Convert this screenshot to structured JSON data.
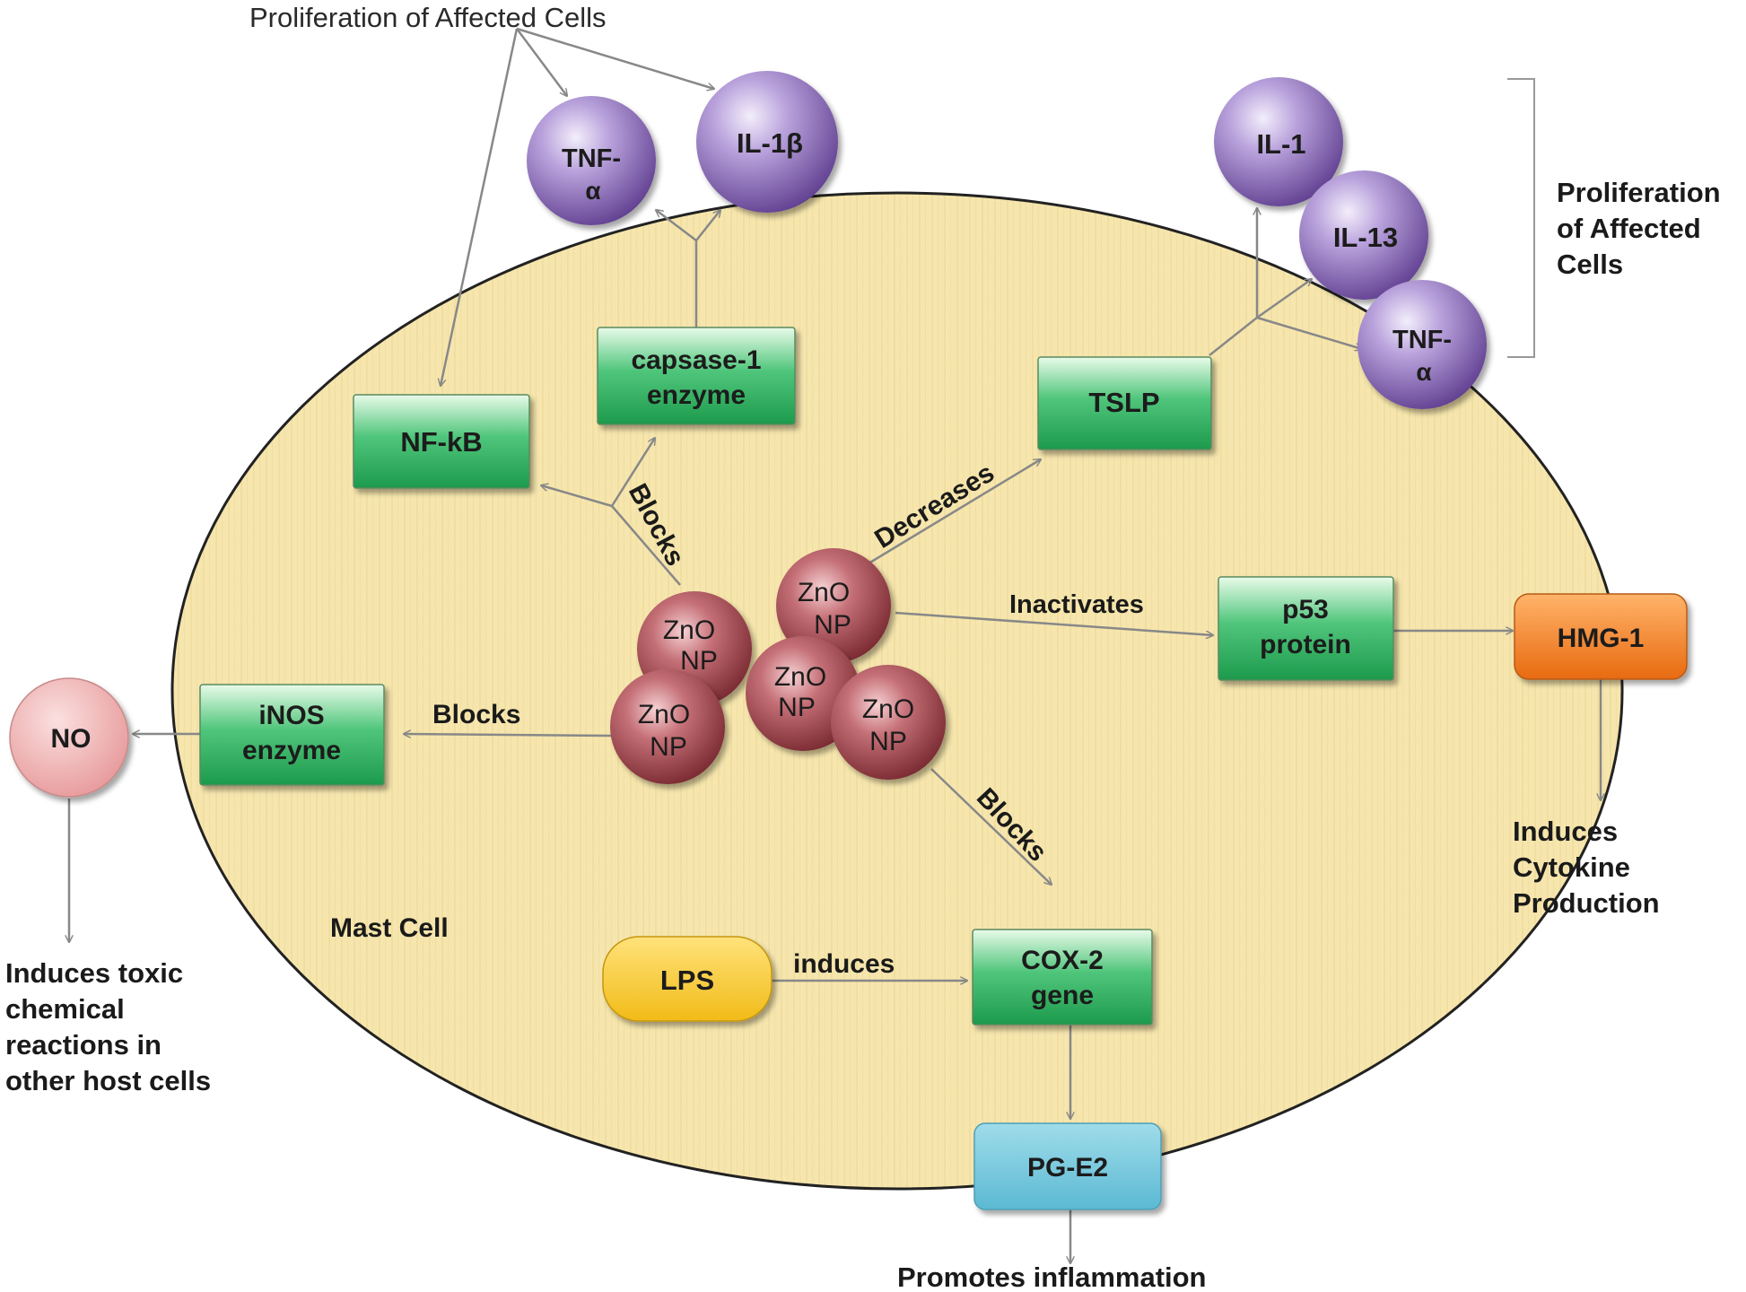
{
  "cell": {
    "label": "Mast Cell"
  },
  "cytokines_top": {
    "header": "Proliferation of Affected Cells",
    "tnf": [
      "TNF-",
      "α"
    ],
    "il1b": "IL-1β"
  },
  "cytokines_right": {
    "il1": "IL-1",
    "il13": "IL-13",
    "tnf": [
      "TNF-",
      "α"
    ],
    "note": [
      "Proliferation",
      "of Affected",
      "Cells"
    ]
  },
  "boxes": {
    "nfkb": "NF-kB",
    "caspase": [
      "capsase-1",
      "enzyme"
    ],
    "tslp": "TSLP",
    "p53": [
      "p53",
      "protein"
    ],
    "inos": [
      "iNOS",
      "enzyme"
    ],
    "cox2": [
      "COX-2",
      "gene"
    ],
    "hmg1": "HMG-1",
    "pge2": "PG-E2",
    "lps": "LPS",
    "no": "NO"
  },
  "nanoparticles": {
    "line1": "ZnO",
    "line2": "NP"
  },
  "edge_labels": {
    "blocks_up": "Blocks",
    "decreases": "Decreases",
    "inactivates": "Inactivates",
    "blocks_left": "Blocks",
    "blocks_down": "Blocks",
    "induces": "induces"
  },
  "outcomes": {
    "no_effect": [
      "Induces toxic",
      "chemical",
      "reactions in",
      "other host cells"
    ],
    "hmg_effect": [
      "Induces",
      "Cytokine",
      "Production"
    ],
    "pge2_effect": "Promotes inflammation"
  },
  "colors": {
    "cell_fill": "#f5e3a8",
    "green_box": "#3cb96a",
    "purple_ball": "#8a6ab8",
    "zno_ball": "#a5474f",
    "hmg_box": "#f07a1e",
    "pge2_box": "#6fc5dc",
    "lps_pill": "#f6c92b",
    "no_circle": "#eea6a6"
  }
}
